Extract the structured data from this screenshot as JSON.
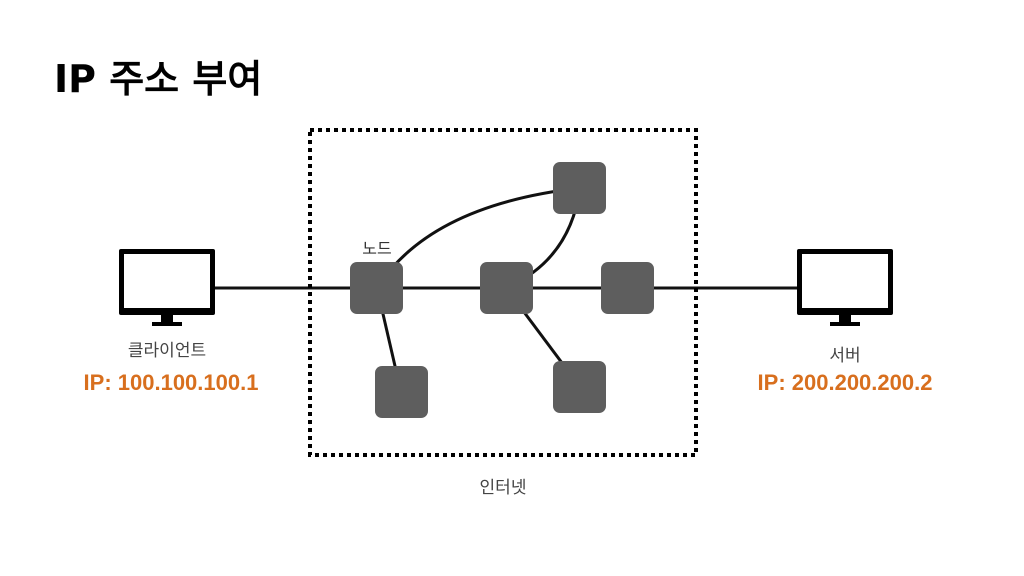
{
  "title": "IP 주소 부여",
  "client": {
    "label": "클라이언트",
    "ip": "IP: 100.100.100.1"
  },
  "server": {
    "label": "서버",
    "ip": "IP: 200.200.200.2"
  },
  "internet": {
    "label": "인터넷",
    "node_label": "노드"
  },
  "colors": {
    "ip_text": "#d86f1e",
    "node_fill": "#5e5e5e",
    "line": "#111111",
    "monitor": "#000000"
  },
  "icons": {
    "client": "monitor-icon",
    "server": "monitor-icon"
  }
}
